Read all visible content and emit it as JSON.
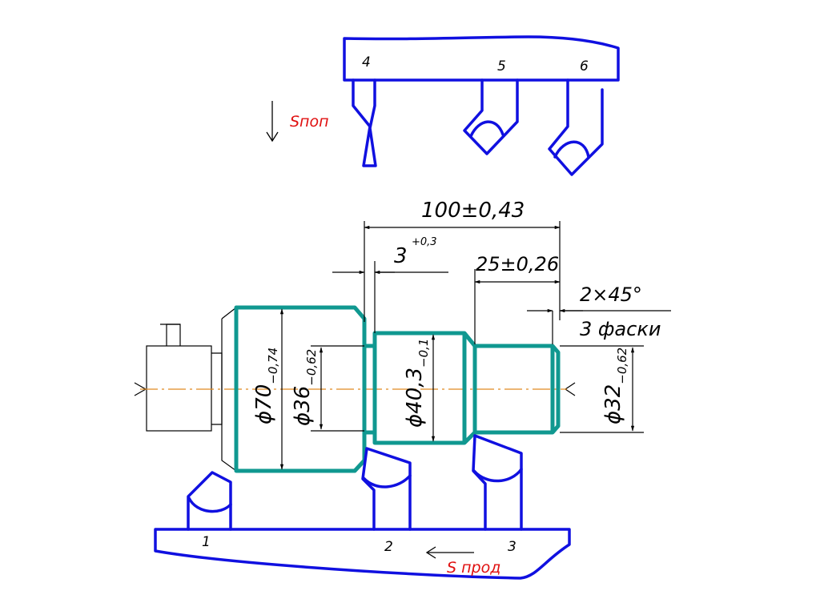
{
  "colors": {
    "tool": "#1010e0",
    "part": "#109890",
    "axis": "#e08a20",
    "feed_label": "#e01010",
    "line": "#000000"
  },
  "top_turret": {
    "tools": [
      {
        "number": "4",
        "icon": "grooving-tool-icon"
      },
      {
        "number": "5",
        "icon": "turning-tool-icon"
      },
      {
        "number": "6",
        "icon": "turning-tool-icon"
      }
    ],
    "feed_label": "Sпоп"
  },
  "bottom_turret": {
    "tools": [
      {
        "number": "1",
        "icon": "turning-tool-icon"
      },
      {
        "number": "2",
        "icon": "turning-tool-icon"
      },
      {
        "number": "3",
        "icon": "turning-tool-icon"
      }
    ],
    "feed_label": "S прод"
  },
  "dimensions": {
    "overall_length": "100±0,43",
    "groove_width": "3",
    "groove_tol": "+0,3",
    "step_length": "25±0,26",
    "chamfer": "2×45°",
    "chamfer_note": "3 фаски",
    "d70": {
      "value": "ϕ70",
      "tol": "−0,74"
    },
    "d36": {
      "value": "ϕ36",
      "tol": "−0,62"
    },
    "d40": {
      "value": "ϕ40,3",
      "tol": "−0,1"
    },
    "d32": {
      "value": "ϕ32",
      "tol": "−0,62"
    }
  }
}
